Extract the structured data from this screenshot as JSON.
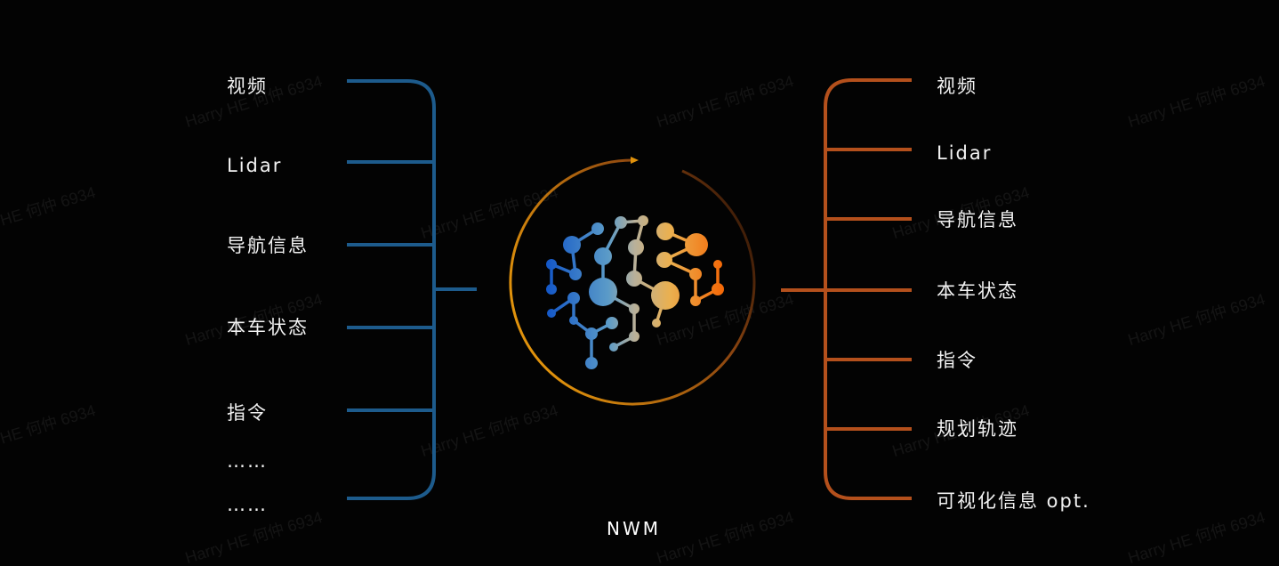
{
  "watermark": "Harry HE 何仲 6934",
  "colors": {
    "input_bracket": "#1d5b8c",
    "output_bracket": "#b4501c",
    "ring": "#e0920c"
  },
  "inputs": [
    "视频",
    "Lidar",
    "导航信息",
    "本车状态",
    "指令",
    "……",
    "……"
  ],
  "outputs": [
    "视频",
    "Lidar",
    "导航信息",
    "本车状态",
    "指令",
    "规划轨迹",
    "可视化信息 opt."
  ],
  "model": {
    "label": "NWM",
    "icon": "neural-brain-icon"
  }
}
